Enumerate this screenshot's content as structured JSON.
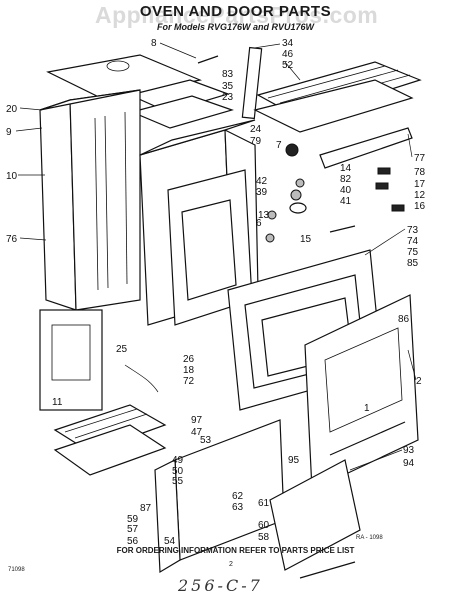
{
  "header": {
    "title": "OVEN AND DOOR PARTS",
    "subtitle": "For Models RVG176W and RVU176W",
    "watermark": "AppliancePartsPros.com"
  },
  "footer": {
    "instruction": "FOR ORDERING INFORMATION REFER TO PARTS PRICE LIST",
    "corner_code": "71098",
    "page_number": "2",
    "figure_id": "RA - 1098",
    "handwritten_note": "256-C-7"
  },
  "part_numbers": {
    "p8": "8",
    "p83": "83",
    "p35": "35",
    "p23": "23",
    "p34": "34",
    "p46": "46",
    "p52": "52",
    "p20": "20",
    "p9": "9",
    "p10": "10",
    "p76": "76",
    "p24": "24",
    "p79": "79",
    "p7": "7",
    "p14": "14",
    "p82": "82",
    "p40": "40",
    "p41": "41",
    "p42": "42",
    "p39": "39",
    "p13": "13",
    "p6": "6",
    "p15": "15",
    "p77": "77",
    "p78": "78",
    "p17": "17",
    "p12": "12",
    "p16": "16",
    "p73": "73",
    "p74": "74",
    "p75": "75",
    "p85": "85",
    "p25": "25",
    "p26": "26",
    "p18": "18",
    "p72": "72",
    "p11": "11",
    "p86": "86",
    "p2": "2",
    "p1": "1",
    "p97": "97",
    "p47": "47",
    "p53": "53",
    "p95": "95",
    "p49": "49",
    "p50": "50",
    "p55": "55",
    "p87": "87",
    "p59": "59",
    "p57": "57",
    "p56": "56",
    "p54": "54",
    "p62": "62",
    "p63": "63",
    "p61": "61",
    "p60": "60",
    "p58": "58",
    "p93": "93",
    "p94": "94"
  }
}
